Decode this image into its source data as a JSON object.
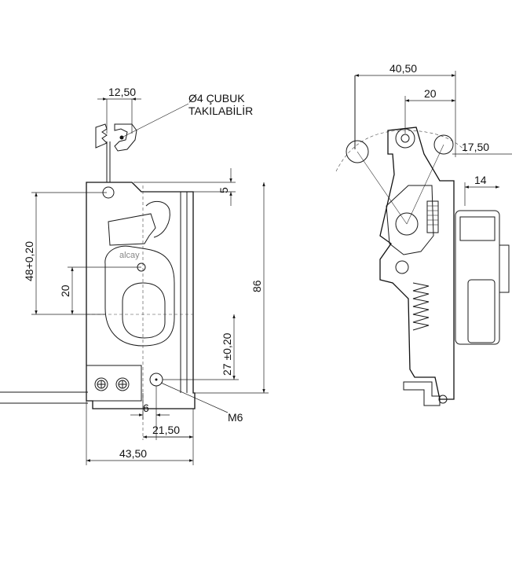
{
  "front_view": {
    "callout_line1": "Ø4 ÇUBUK",
    "callout_line2": "TAKILABİLİR",
    "dim_top_offset": "12,50",
    "dim_hole_top": "5",
    "dim_height_48": "48+0,20",
    "dim_20": "20",
    "dim_86": "86",
    "dim_27": "27 ±0,20",
    "dim_6": "6",
    "dim_21_50": "21,50",
    "dim_43_50": "43,50",
    "thread_label": "M6",
    "brand_mark": "alcay"
  },
  "side_view": {
    "dim_40_50": "40,50",
    "dim_20": "20",
    "dim_17_50": "17,50",
    "dim_14": "14"
  }
}
